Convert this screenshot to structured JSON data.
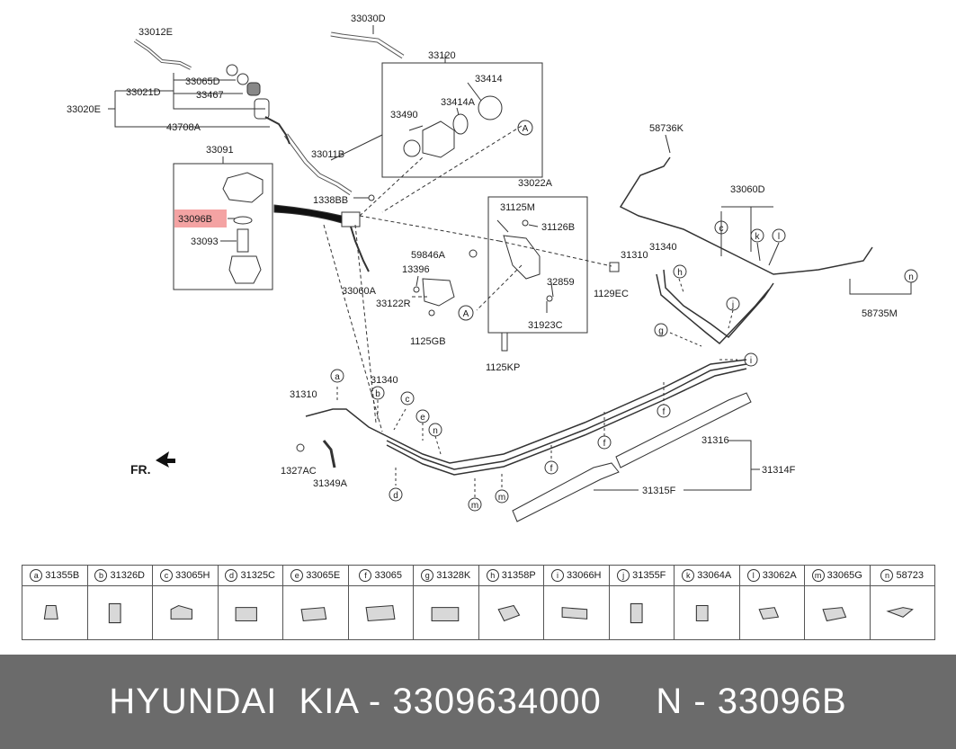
{
  "callouts": [
    {
      "id": "c1",
      "text": "33012E"
    },
    {
      "id": "c2",
      "text": "33030D"
    },
    {
      "id": "c3",
      "text": "33065D"
    },
    {
      "id": "c4",
      "text": "33021D"
    },
    {
      "id": "c5",
      "text": "33467"
    },
    {
      "id": "c6",
      "text": "33020E"
    },
    {
      "id": "c7",
      "text": "43708A"
    },
    {
      "id": "c8",
      "text": "33120"
    },
    {
      "id": "c9",
      "text": "33414"
    },
    {
      "id": "c10",
      "text": "33414A"
    },
    {
      "id": "c11",
      "text": "33490"
    },
    {
      "id": "c12",
      "text": "33091"
    },
    {
      "id": "c13",
      "text": "33011B"
    },
    {
      "id": "c14",
      "text": "1338BB"
    },
    {
      "id": "c15",
      "text": "33096B"
    },
    {
      "id": "c16",
      "text": "33093"
    },
    {
      "id": "c17",
      "text": "33060A"
    },
    {
      "id": "c18",
      "text": "33022A"
    },
    {
      "id": "c19",
      "text": "31125M"
    },
    {
      "id": "c20",
      "text": "31126B"
    },
    {
      "id": "c21",
      "text": "59846A"
    },
    {
      "id": "c22",
      "text": "13396"
    },
    {
      "id": "c23",
      "text": "33122R"
    },
    {
      "id": "c24",
      "text": "1125GB"
    },
    {
      "id": "c25",
      "text": "32859"
    },
    {
      "id": "c26",
      "text": "31923C"
    },
    {
      "id": "c27",
      "text": "1125KP"
    },
    {
      "id": "c28",
      "text": "1129EC"
    },
    {
      "id": "c29",
      "text": "31310"
    },
    {
      "id": "c30",
      "text": "31340"
    },
    {
      "id": "c31",
      "text": "58736K"
    },
    {
      "id": "c32",
      "text": "33060D"
    },
    {
      "id": "c33",
      "text": "58735M"
    },
    {
      "id": "c34",
      "text": "31340"
    },
    {
      "id": "c35",
      "text": "31310"
    },
    {
      "id": "c36",
      "text": "1327AC"
    },
    {
      "id": "c37",
      "text": "31349A"
    },
    {
      "id": "c38",
      "text": "31316"
    },
    {
      "id": "c39",
      "text": "31314F"
    },
    {
      "id": "c40",
      "text": "31315F"
    },
    {
      "id": "c41",
      "text": "FR."
    }
  ],
  "circle_labels": {
    "A": "A",
    "a": "a",
    "b": "b",
    "c": "c",
    "d": "d",
    "e": "e",
    "f": "f",
    "g": "g",
    "h": "h",
    "i": "i",
    "j": "j",
    "k": "k",
    "l": "l",
    "m": "m",
    "n": "n"
  },
  "legend": [
    {
      "letter": "a",
      "part": "31355B"
    },
    {
      "letter": "b",
      "part": "31326D"
    },
    {
      "letter": "c",
      "part": "33065H"
    },
    {
      "letter": "d",
      "part": "31325C"
    },
    {
      "letter": "e",
      "part": "33065E"
    },
    {
      "letter": "f",
      "part": "33065"
    },
    {
      "letter": "g",
      "part": "31328K"
    },
    {
      "letter": "h",
      "part": "31358P"
    },
    {
      "letter": "i",
      "part": "33066H"
    },
    {
      "letter": "j",
      "part": "31355F"
    },
    {
      "letter": "k",
      "part": "33064A"
    },
    {
      "letter": "l",
      "part": "33062A"
    },
    {
      "letter": "m",
      "part": "33065G"
    },
    {
      "letter": "n",
      "part": "58723"
    }
  ],
  "footer": {
    "text": "HYUNDAI  KIA - 3309634000     N - 33096B"
  },
  "colors": {
    "highlight": "#f4a3a3",
    "footer_bg": "#6b6b6b",
    "line": "#333333"
  }
}
